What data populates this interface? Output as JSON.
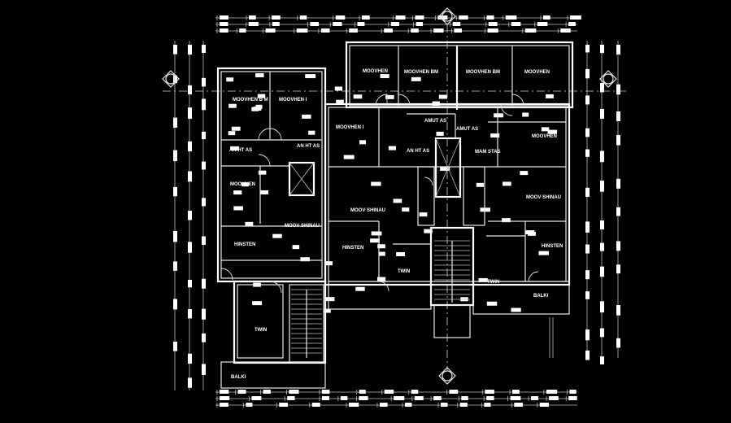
{
  "drawing": {
    "background": "#000000",
    "line_color": "#ffffff",
    "rooms": [
      {
        "id": "r1",
        "label": "MOOVHEN B M"
      },
      {
        "id": "r2",
        "label": "MOOVHEN I"
      },
      {
        "id": "r3",
        "label": "MOOVHEN I"
      },
      {
        "id": "r4",
        "label": "MOOVHEN"
      },
      {
        "id": "r5",
        "label": "MOOVHEN BM"
      },
      {
        "id": "r6",
        "label": "MOOVHEN BM"
      },
      {
        "id": "r7",
        "label": "MOOVHEN"
      },
      {
        "id": "r8",
        "label": "AMUT AS"
      },
      {
        "id": "r9",
        "label": "AMUT AS"
      },
      {
        "id": "r10",
        "label": "AN HT AS"
      },
      {
        "id": "r11",
        "label": "AN HT AS"
      },
      {
        "id": "r12",
        "label": "AN HT AS"
      },
      {
        "id": "r13",
        "label": "MAM STAS"
      },
      {
        "id": "r14",
        "label": "MOOVHEN"
      },
      {
        "id": "r15",
        "label": "MOOVHEN"
      },
      {
        "id": "r16",
        "label": "MOOV SHINAU"
      },
      {
        "id": "r17",
        "label": "MOOV SHINAU"
      },
      {
        "id": "r18",
        "label": "MOOV SHINAU"
      },
      {
        "id": "r19",
        "label": "HINSTEN"
      },
      {
        "id": "r20",
        "label": "HINSTEN"
      },
      {
        "id": "r21",
        "label": "HINSTEN"
      },
      {
        "id": "r22",
        "label": "TWIN"
      },
      {
        "id": "r23",
        "label": "TWIN"
      },
      {
        "id": "r24",
        "label": "TWIN"
      },
      {
        "id": "r25",
        "label": "BALKI"
      },
      {
        "id": "r26",
        "label": "BALKI"
      }
    ],
    "grid_markers": [
      "grid-top",
      "grid-bottom",
      "grid-left",
      "grid-right"
    ]
  }
}
